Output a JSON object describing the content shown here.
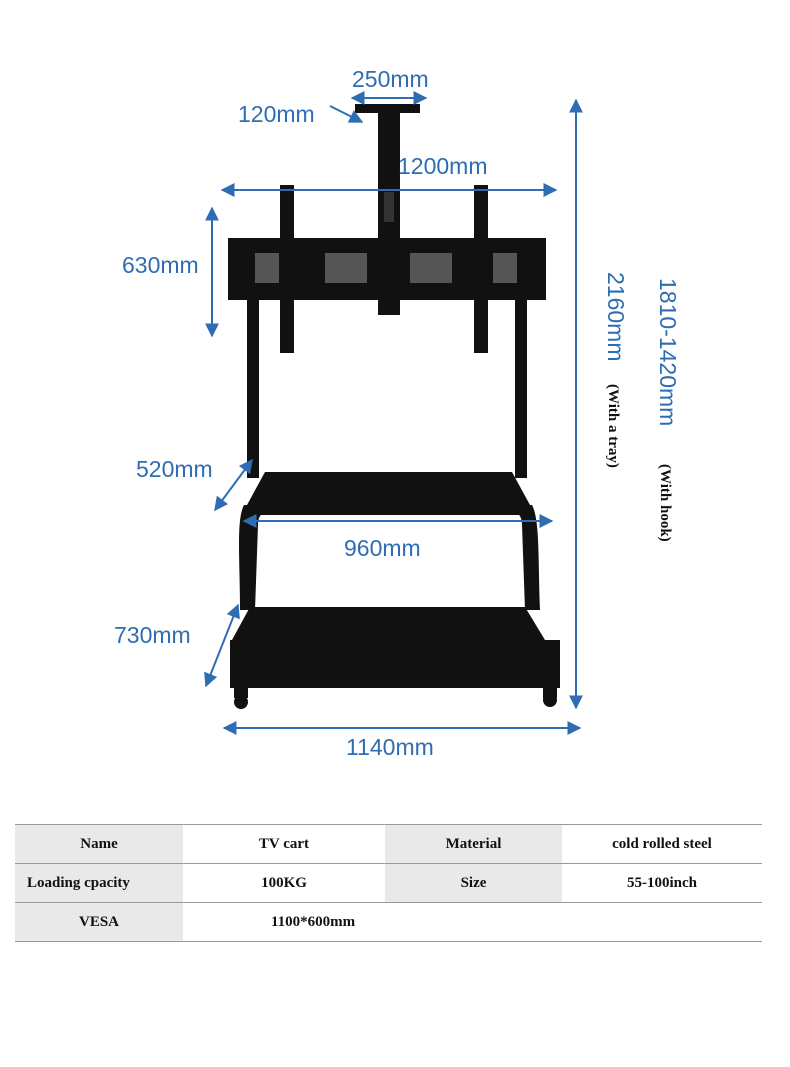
{
  "diagram": {
    "dimensions": {
      "top_width": "250mm",
      "top_depth": "120mm",
      "bracket_width": "1200mm",
      "bracket_height": "630mm",
      "tray_depth": "520mm",
      "tray_width": "960mm",
      "base_depth": "730mm",
      "base_width": "1140mm",
      "height_tray": "2160mm",
      "height_tray_note": "(With a tray)",
      "height_hook": "1810-1420mm",
      "height_hook_note": "(With hook)"
    },
    "colors": {
      "dimension": "#2f6db3",
      "product": "#111111"
    }
  },
  "specs": {
    "rows": [
      [
        "Name",
        "TV cart",
        "Material",
        "cold rolled steel"
      ],
      [
        "Loading cpacity",
        "100KG",
        "Size",
        "55-100inch"
      ],
      [
        "VESA",
        "1100*600mm",
        "",
        ""
      ]
    ]
  }
}
